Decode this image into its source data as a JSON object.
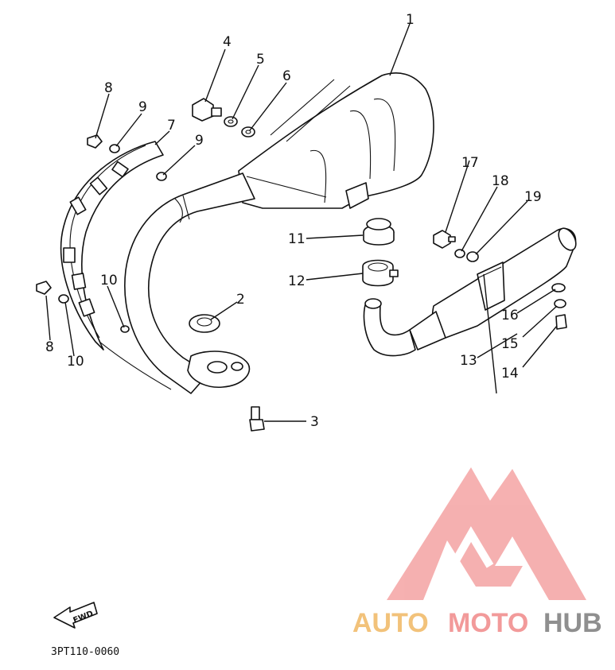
{
  "diagram": {
    "callouts": [
      {
        "id": "1",
        "label": "1"
      },
      {
        "id": "2",
        "label": "2"
      },
      {
        "id": "3",
        "label": "3"
      },
      {
        "id": "4",
        "label": "4"
      },
      {
        "id": "5",
        "label": "5"
      },
      {
        "id": "6",
        "label": "6"
      },
      {
        "id": "7",
        "label": "7"
      },
      {
        "id": "8a",
        "label": "8"
      },
      {
        "id": "8b",
        "label": "8"
      },
      {
        "id": "9a",
        "label": "9"
      },
      {
        "id": "9b",
        "label": "9"
      },
      {
        "id": "10a",
        "label": "10"
      },
      {
        "id": "10b",
        "label": "10"
      },
      {
        "id": "11",
        "label": "11"
      },
      {
        "id": "12",
        "label": "12"
      },
      {
        "id": "13",
        "label": "13"
      },
      {
        "id": "14",
        "label": "14"
      },
      {
        "id": "15",
        "label": "15"
      },
      {
        "id": "16",
        "label": "16"
      },
      {
        "id": "17",
        "label": "17"
      },
      {
        "id": "18",
        "label": "18"
      },
      {
        "id": "19",
        "label": "19"
      }
    ],
    "fwd_arrow_label": "FWD",
    "part_code": "3PT110-0060"
  },
  "watermark": {
    "word_1": "AUTO",
    "word_2": "MOTO",
    "word_3": "HUB",
    "colors": {
      "auto": "#f2c27a",
      "moto": "#f29a9a",
      "hub": "#8f8f8f",
      "logo": "#f4a3a3"
    }
  }
}
